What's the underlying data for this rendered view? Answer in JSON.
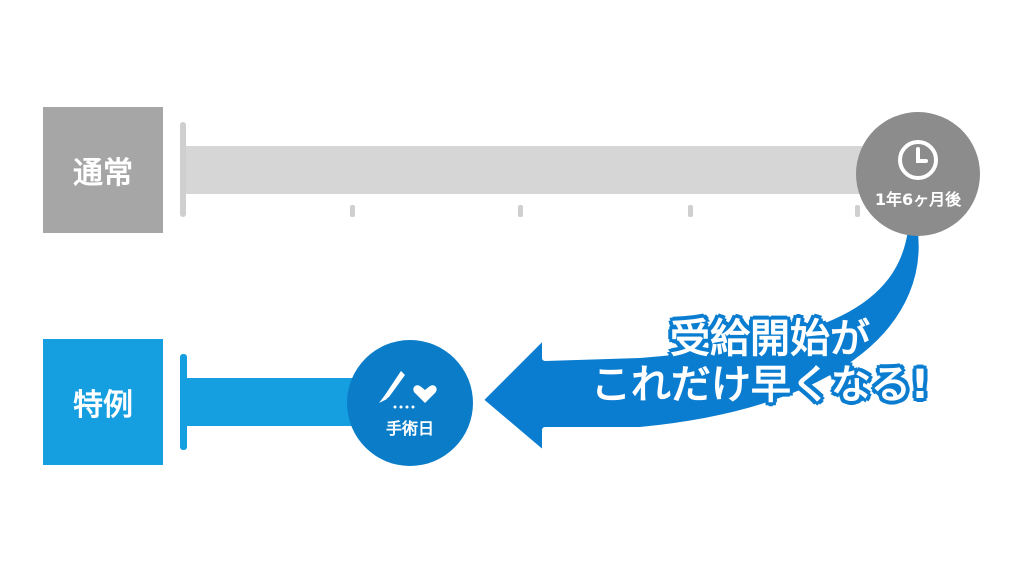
{
  "normal": {
    "label": "通常",
    "end_label": "1年6ヶ月後",
    "end_icon": "clock-icon",
    "color_box": "#a6a6a6",
    "color_bar": "#d3d3d3",
    "color_circle": "#8c8c8c"
  },
  "special": {
    "label": "特例",
    "end_label": "手術日",
    "end_icon": "scalpel-heart-icon",
    "color_box": "#159ee0",
    "color_bar": "#159ee0",
    "color_circle": "#0b7dc8"
  },
  "callout": {
    "line1": "受給開始が",
    "line2": "これだけ早くなる!",
    "arrow_color": "#0b7dd0"
  },
  "timeline": {
    "ticks": 5
  }
}
